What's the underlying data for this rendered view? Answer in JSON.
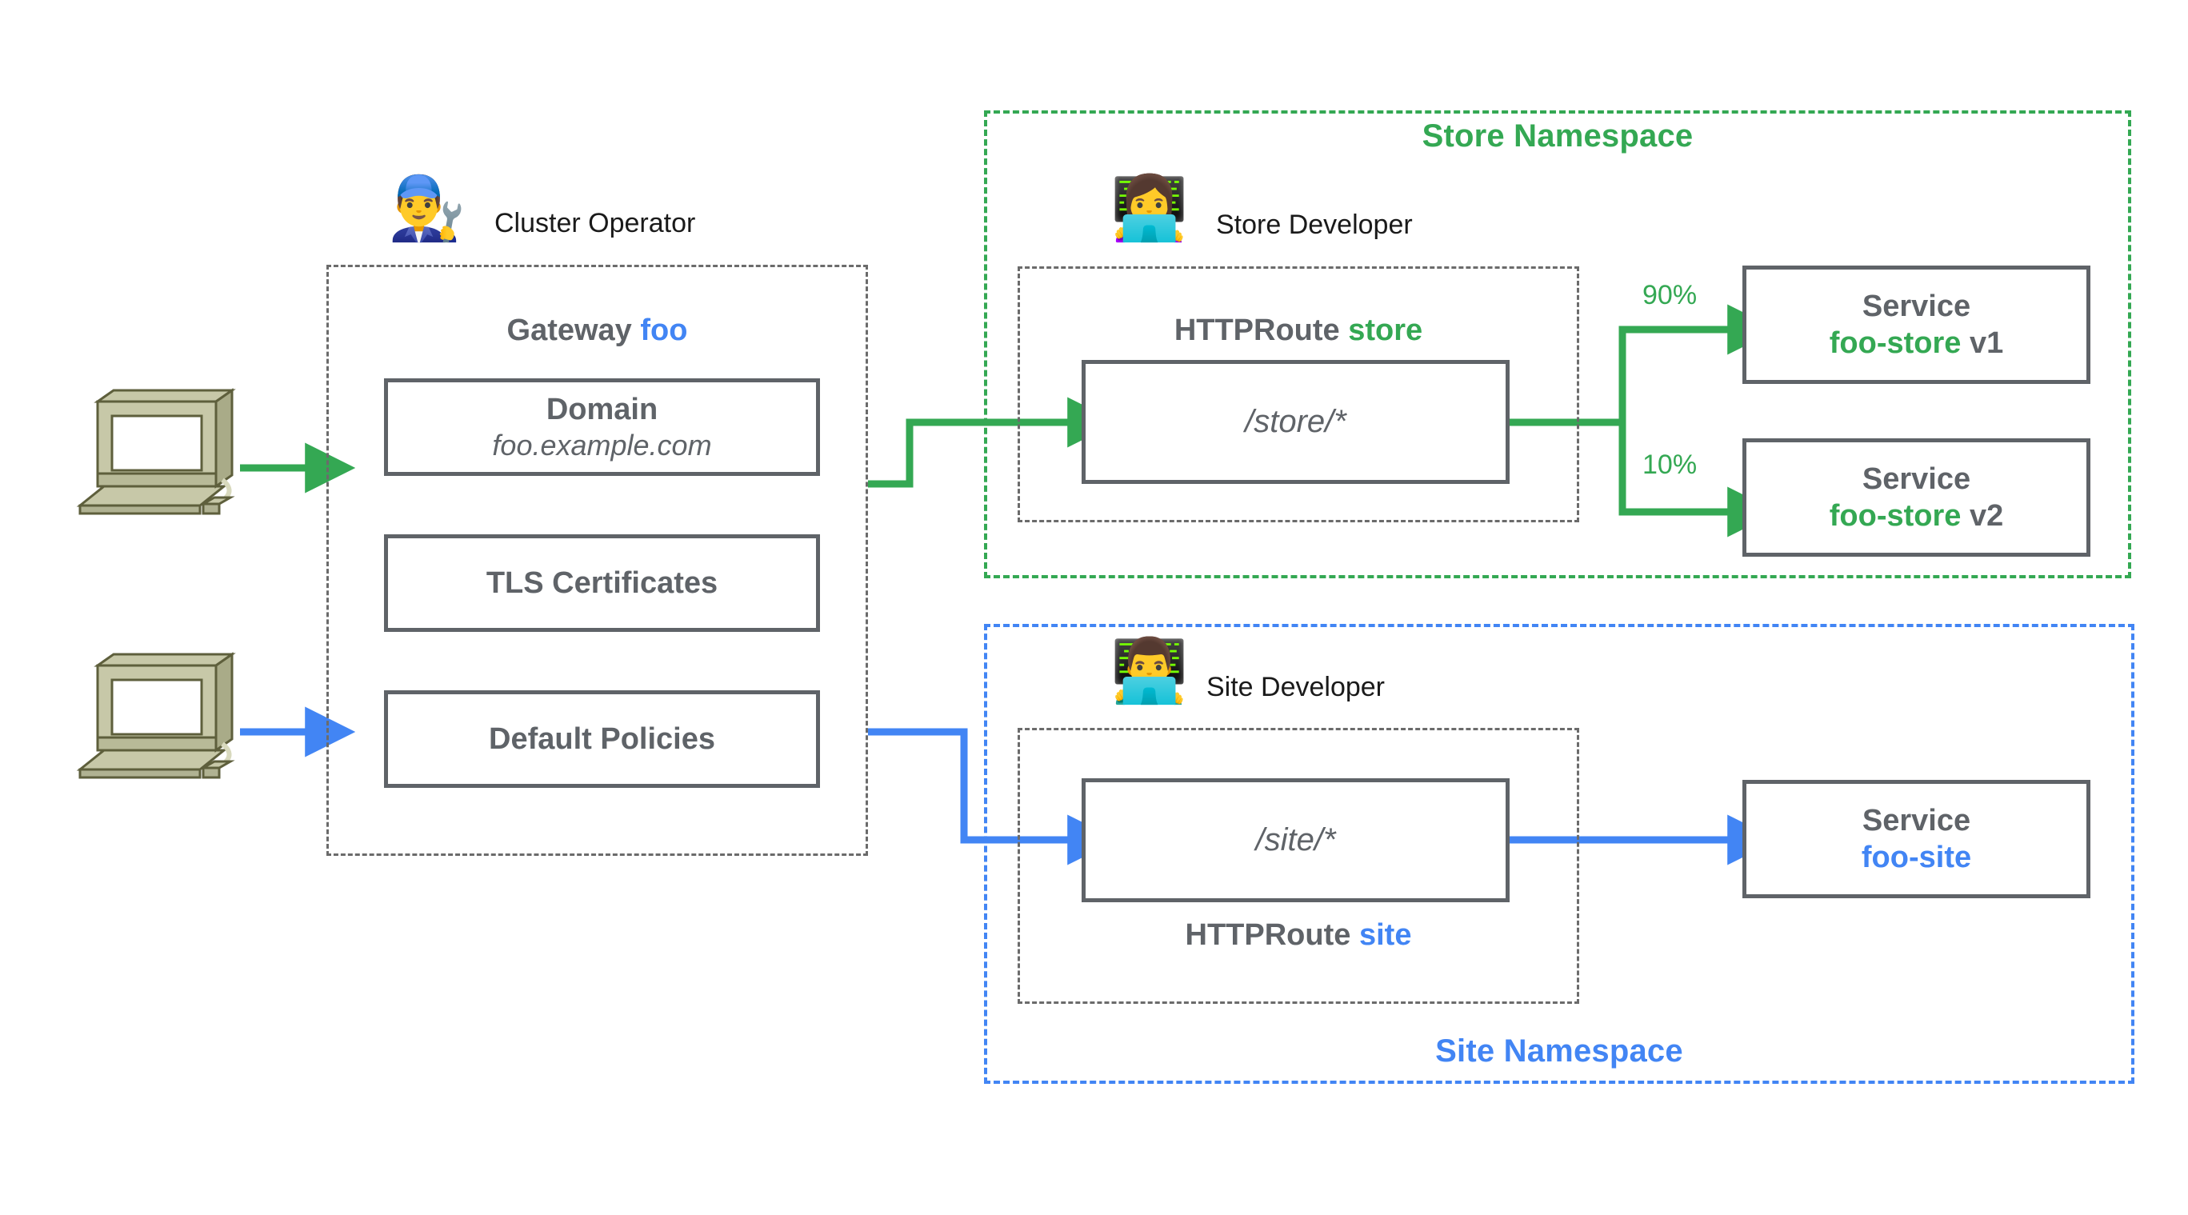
{
  "meta": {
    "title": "Kubernetes Gateway API role-oriented diagram",
    "colors": {
      "green": "#34a853",
      "blue": "#4285f4",
      "gray": "#5f6368",
      "dash_gray": "#6b6b6b",
      "text": "#1a1a1a",
      "background": "#ffffff"
    }
  },
  "clients": [
    {
      "name": "client-computer-top",
      "icon": "desktop-computer-icon",
      "flow_color": "#34a853"
    },
    {
      "name": "client-computer-bottom",
      "icon": "desktop-computer-icon",
      "flow_color": "#4285f4"
    }
  ],
  "gateway": {
    "persona": {
      "emoji": "👨‍🔧",
      "icon": "man-mechanic-icon",
      "label": "Cluster Operator"
    },
    "caption_prefix": "Gateway ",
    "caption_name": "foo",
    "boxes": [
      {
        "title": "Domain",
        "subtitle": "foo.example.com"
      },
      {
        "title": "TLS Certificates",
        "subtitle": ""
      },
      {
        "title": "Default Policies",
        "subtitle": ""
      }
    ]
  },
  "store_namespace": {
    "label": "Store Namespace",
    "persona": {
      "emoji": "👩‍💻",
      "icon": "woman-technologist-icon",
      "label": "Store Developer"
    },
    "route": {
      "caption_prefix": "HTTPRoute ",
      "caption_name": "store",
      "caption_position": "above",
      "match": "/store/*"
    },
    "backends": [
      {
        "weight": "90%",
        "title": "Service",
        "name": "foo-store",
        "version": " v1"
      },
      {
        "weight": "10%",
        "title": "Service",
        "name": "foo-store",
        "version": " v2"
      }
    ]
  },
  "site_namespace": {
    "label": "Site Namespace",
    "persona": {
      "emoji": "👨‍💻",
      "icon": "man-technologist-icon",
      "label": "Site Developer"
    },
    "route": {
      "caption_prefix": "HTTPRoute ",
      "caption_name": "site",
      "caption_position": "below",
      "match": "/site/*"
    },
    "backends": [
      {
        "weight": "",
        "title": "Service",
        "name": "foo-site",
        "version": ""
      }
    ]
  }
}
